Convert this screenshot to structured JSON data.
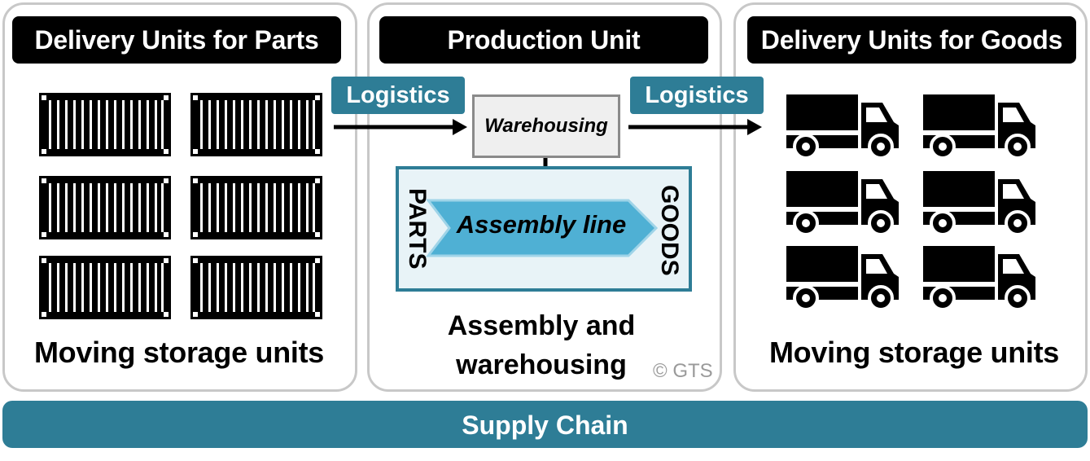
{
  "panels": {
    "parts": {
      "header": "Delivery Units for Parts",
      "footer": "Moving storage units"
    },
    "production": {
      "header": "Production Unit",
      "caption_line1": "Assembly and",
      "caption_line2": "warehousing",
      "copyright": "© GTS"
    },
    "goods": {
      "header": "Delivery Units for Goods",
      "footer": "Moving storage units"
    }
  },
  "flow": {
    "logistics_left": "Logistics",
    "logistics_right": "Logistics",
    "warehousing": "Warehousing",
    "assembly_line": "Assembly line",
    "parts_label": "PARTS",
    "goods_label": "GOODS"
  },
  "supply_chain": "Supply Chain",
  "icons": {
    "container": "shipping-container-icon",
    "truck": "truck-icon"
  },
  "colors": {
    "accent": "#2e7d96",
    "header_bg": "#000000",
    "panel_border": "#c8c8c8",
    "assembly_bg": "#e8f3f7",
    "arrow_fill": "#4fb0d4"
  }
}
